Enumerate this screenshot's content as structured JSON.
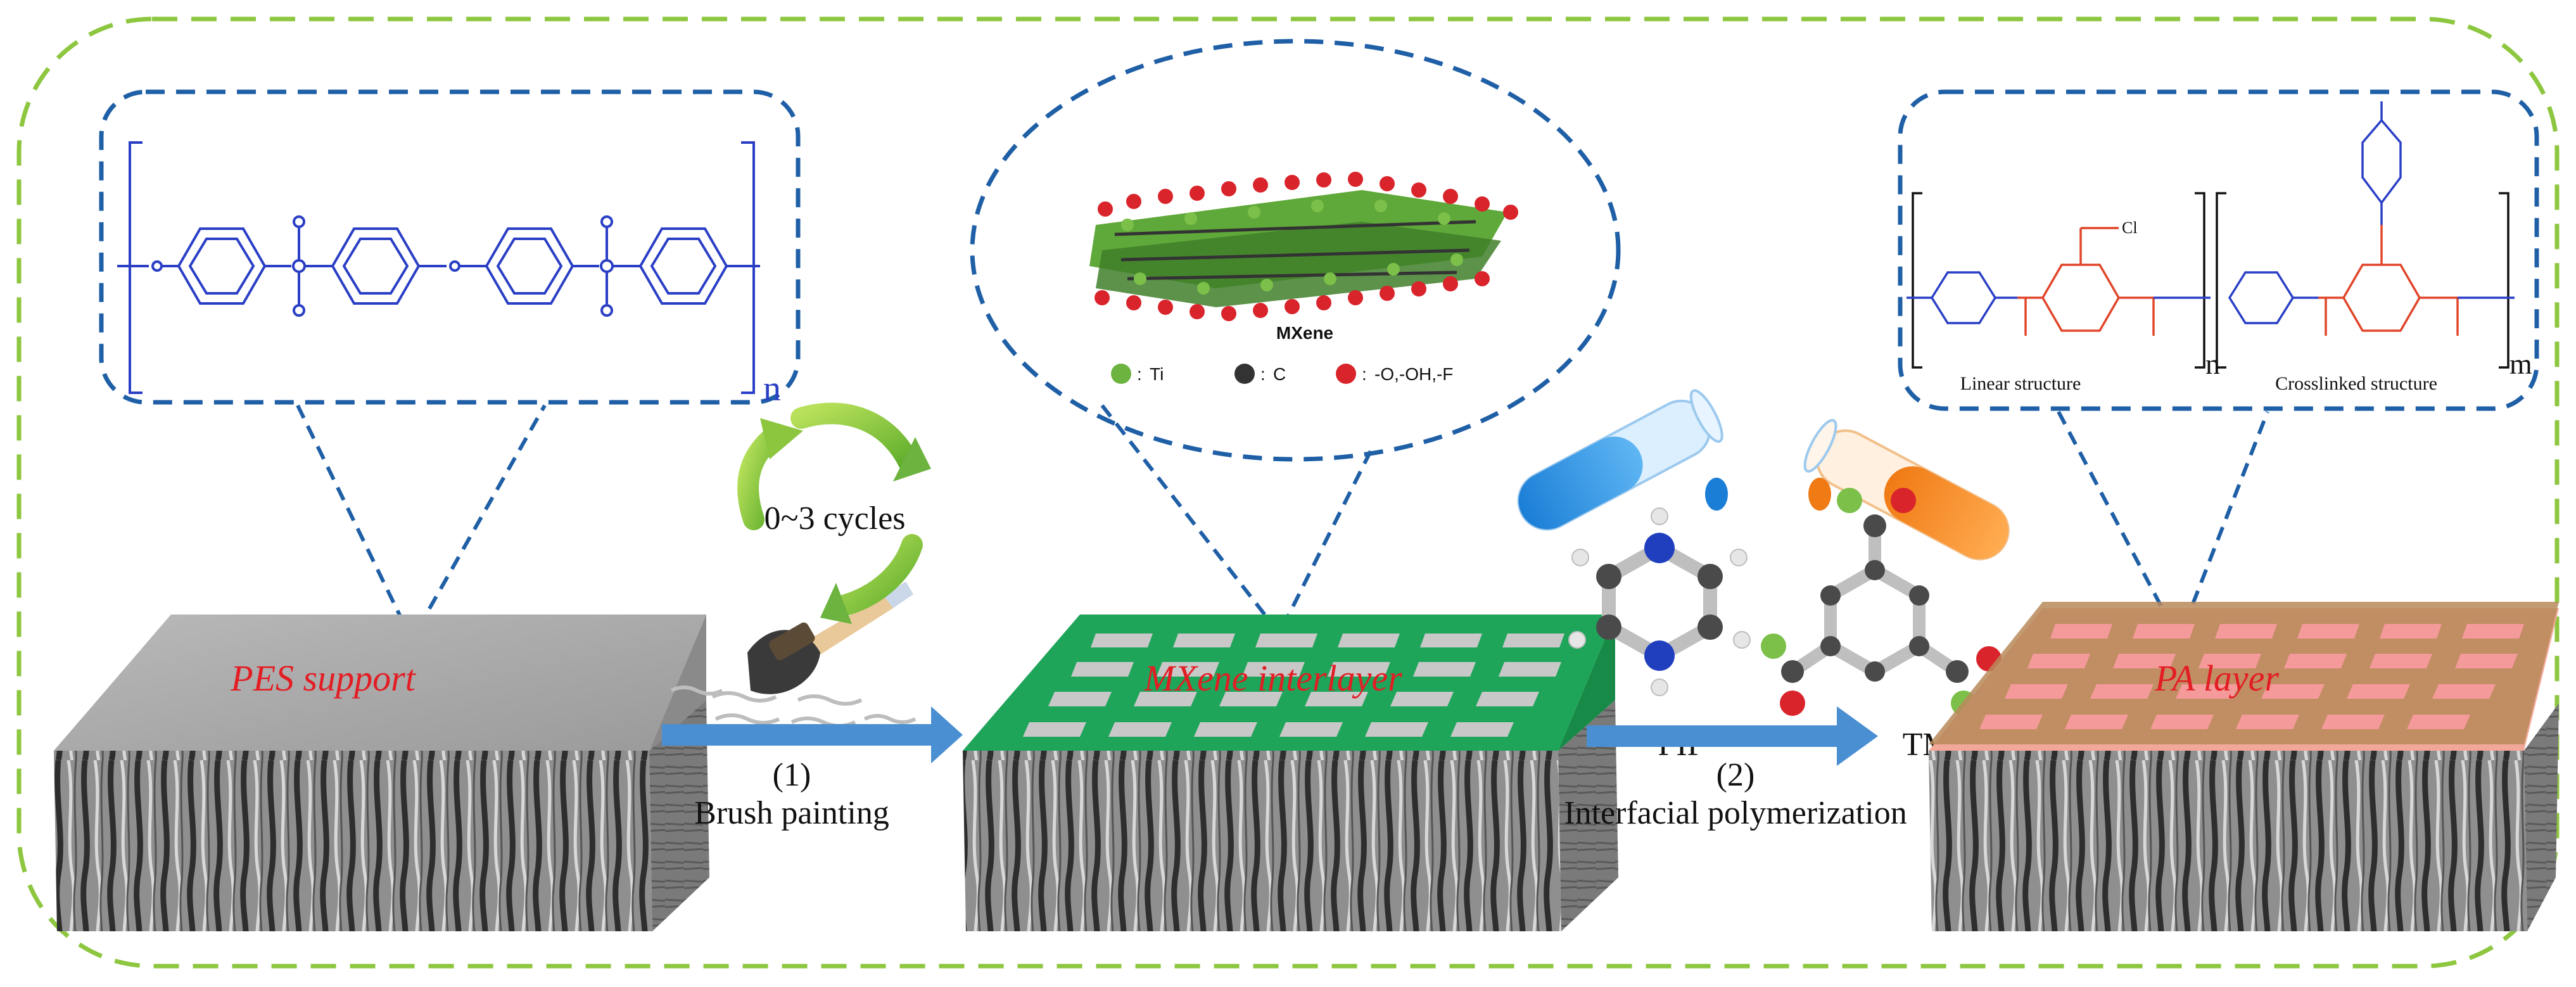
{
  "supports": {
    "pes": "PES support",
    "mxene": "MXene interlayer",
    "pa": "PA layer"
  },
  "steps": {
    "step1_num": "(1)",
    "step1_label": "Brush painting",
    "step2_num": "(2)",
    "step2_label": "Interfacial polymerization",
    "cycles": "0~3 cycles"
  },
  "pes_polymer": {
    "repeat": "n"
  },
  "mxene_callout": {
    "title": "MXene",
    "legend": [
      {
        "symbol": "Ti",
        "color": "#6db33f"
      },
      {
        "symbol": "C",
        "color": "#333333"
      },
      {
        "symbol": "-O,-OH,-F",
        "color": "#d9242b"
      }
    ]
  },
  "monomers": {
    "pip": "PIP",
    "tmc": "TMC"
  },
  "pa_callout": {
    "linear": "Linear structure",
    "crosslinked": "Crosslinked structure",
    "n": "n",
    "m": "m",
    "cl": "Cl"
  },
  "colors": {
    "frame": "#8dc63f",
    "callout": "#1f5fa6",
    "arrow": "#4a8fd1",
    "label_red": "#e31d24",
    "mxene_green": "#1fa55a",
    "pa_top": "#c58f7c",
    "polymer_blue": "#2a3fc5",
    "polymer_red": "#e0452a"
  }
}
